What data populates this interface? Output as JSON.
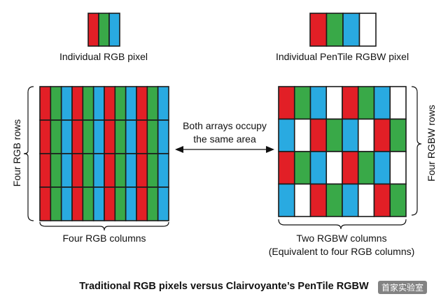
{
  "colors": {
    "red": "#e21f26",
    "green": "#39a948",
    "blue": "#29aae1",
    "white": "#ffffff",
    "stroke": "#1b1b1b"
  },
  "labels": {
    "rgb_pixel": "Individual RGB pixel",
    "rgbw_pixel": "Individual PenTile RGBW pixel",
    "rgb_rows": "Four RGB rows",
    "rgb_columns": "Four RGB columns",
    "center_line1": "Both arrays occupy",
    "center_line2": "the same area",
    "rgbw_rows": "Four RGBW rows",
    "rgbw_columns_line1": "Two RGBW columns",
    "rgbw_columns_line2": "(Equivalent to four RGB columns)",
    "caption": "Traditional RGB pixels versus Clairvoyante’s PenTile RGBW",
    "watermark": "首家实验室"
  },
  "rgb_pixel": [
    "red",
    "green",
    "blue"
  ],
  "rgbw_pixel": [
    "red",
    "green",
    "blue",
    "white"
  ],
  "rgb_grid": {
    "rows": 4,
    "pattern": [
      "red",
      "green",
      "blue"
    ],
    "pixels_per_row": 4
  },
  "rgbw_grid": {
    "rows": [
      [
        "red",
        "green",
        "blue",
        "white",
        "red",
        "green",
        "blue",
        "white"
      ],
      [
        "blue",
        "white",
        "red",
        "green",
        "blue",
        "white",
        "red",
        "green"
      ],
      [
        "red",
        "green",
        "blue",
        "white",
        "red",
        "green",
        "blue",
        "white"
      ],
      [
        "blue",
        "white",
        "red",
        "green",
        "blue",
        "white",
        "red",
        "green"
      ]
    ]
  }
}
